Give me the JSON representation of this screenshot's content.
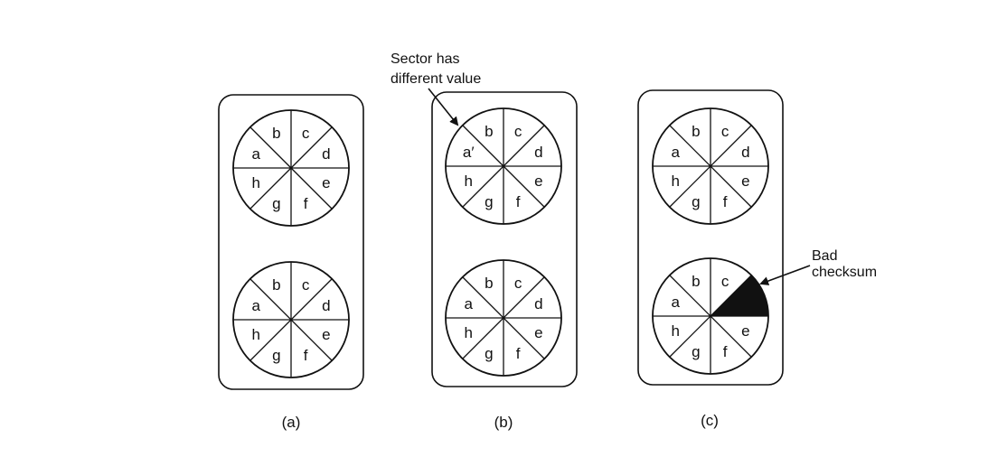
{
  "sector_labels": [
    "a",
    "b",
    "c",
    "d",
    "e",
    "f",
    "g",
    "h"
  ],
  "panels": [
    {
      "caption": "(a)",
      "disks": [
        {
          "sectors": [
            "a",
            "b",
            "c",
            "d",
            "e",
            "f",
            "g",
            "h"
          ],
          "bad_sector": null
        },
        {
          "sectors": [
            "a",
            "b",
            "c",
            "d",
            "e",
            "f",
            "g",
            "h"
          ],
          "bad_sector": null
        }
      ]
    },
    {
      "caption": "(b)",
      "disks": [
        {
          "sectors": [
            "a′",
            "b",
            "c",
            "d",
            "e",
            "f",
            "g",
            "h"
          ],
          "bad_sector": null
        },
        {
          "sectors": [
            "a",
            "b",
            "c",
            "d",
            "e",
            "f",
            "g",
            "h"
          ],
          "bad_sector": null
        }
      ],
      "annotation": {
        "lines": [
          "Sector has",
          "different value"
        ],
        "points_to": "a′"
      }
    },
    {
      "caption": "(c)",
      "disks": [
        {
          "sectors": [
            "a",
            "b",
            "c",
            "d",
            "e",
            "f",
            "g",
            "h"
          ],
          "bad_sector": null
        },
        {
          "sectors": [
            "a",
            "b",
            "c",
            "",
            "e",
            "f",
            "g",
            "h"
          ],
          "bad_sector": "d"
        }
      ],
      "annotation": {
        "lines": [
          "Bad",
          "checksum"
        ],
        "points_to": "d"
      }
    }
  ],
  "colors": {
    "ink": "#111111",
    "bad_sector_fill": "#111111",
    "background": "#ffffff"
  }
}
